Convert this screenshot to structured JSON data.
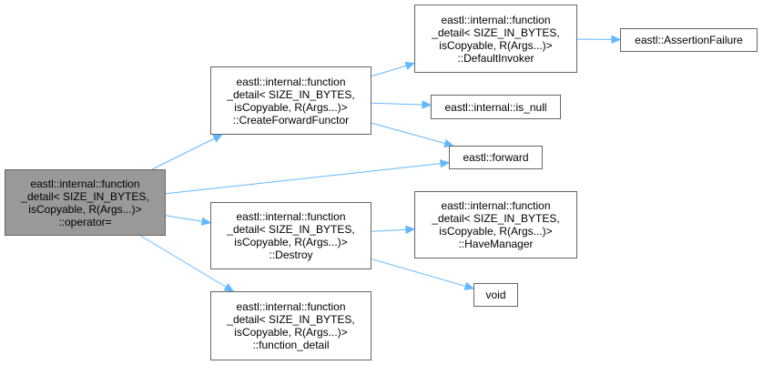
{
  "diagram": {
    "colors": {
      "edge": "#63b8ff",
      "node_border": "#666666",
      "root_fill": "#999999",
      "node_fill": "#ffffff"
    },
    "nodes": [
      {
        "id": "operator",
        "root": true,
        "lines": [
          "eastl::internal::function",
          "_detail< SIZE_IN_BYTES,",
          "isCopyable, R(Args...)>",
          "::operator="
        ]
      },
      {
        "id": "create",
        "root": false,
        "lines": [
          "eastl::internal::function",
          "_detail< SIZE_IN_BYTES,",
          "isCopyable, R(Args...)>",
          "::CreateForwardFunctor"
        ]
      },
      {
        "id": "destroy",
        "root": false,
        "lines": [
          "eastl::internal::function",
          "_detail< SIZE_IN_BYTES,",
          "isCopyable, R(Args...)>",
          "::Destroy"
        ]
      },
      {
        "id": "ctor",
        "root": false,
        "lines": [
          "eastl::internal::function",
          "_detail< SIZE_IN_BYTES,",
          "isCopyable, R(Args...)>",
          "::function_detail"
        ]
      },
      {
        "id": "invoker",
        "root": false,
        "lines": [
          "eastl::internal::function",
          "_detail< SIZE_IN_BYTES,",
          "isCopyable, R(Args...)>",
          "::DefaultInvoker"
        ]
      },
      {
        "id": "assert",
        "root": false,
        "lines": [
          "eastl::AssertionFailure"
        ]
      },
      {
        "id": "isnull",
        "root": false,
        "lines": [
          "eastl::internal::is_null"
        ]
      },
      {
        "id": "forward",
        "root": false,
        "lines": [
          "eastl::forward"
        ]
      },
      {
        "id": "havemgr",
        "root": false,
        "lines": [
          "eastl::internal::function",
          "_detail< SIZE_IN_BYTES,",
          "isCopyable, R(Args...)>",
          "::HaveManager"
        ]
      },
      {
        "id": "void",
        "root": false,
        "lines": [
          "void"
        ]
      }
    ],
    "edges": [
      {
        "from": "operator",
        "to": "create"
      },
      {
        "from": "operator",
        "to": "forward"
      },
      {
        "from": "operator",
        "to": "destroy"
      },
      {
        "from": "operator",
        "to": "ctor"
      },
      {
        "from": "create",
        "to": "invoker"
      },
      {
        "from": "create",
        "to": "isnull"
      },
      {
        "from": "create",
        "to": "forward"
      },
      {
        "from": "invoker",
        "to": "assert"
      },
      {
        "from": "destroy",
        "to": "havemgr"
      },
      {
        "from": "destroy",
        "to": "void"
      }
    ]
  }
}
